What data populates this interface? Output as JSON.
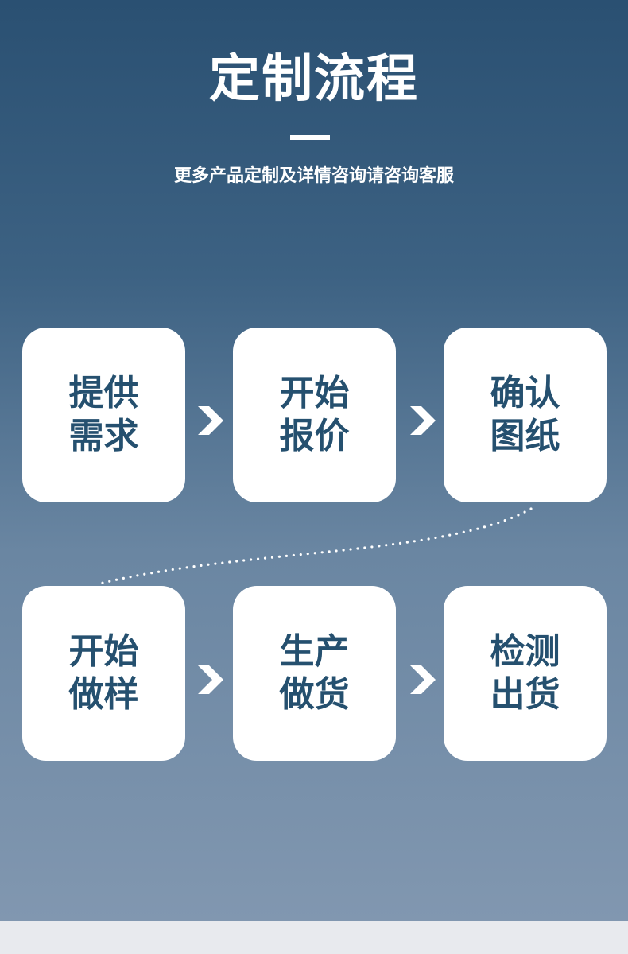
{
  "header": {
    "title": "定制流程",
    "subtitle": "更多产品定制及详情咨询请咨询客服"
  },
  "steps": [
    {
      "label": "提供需求"
    },
    {
      "label": "开始报价"
    },
    {
      "label": "确认图纸"
    },
    {
      "label": "开始做样"
    },
    {
      "label": "生产做货"
    },
    {
      "label": "检测出货"
    }
  ],
  "colors": {
    "gradient_top": "#2a5072",
    "gradient_bottom": "#8197b0",
    "card_text": "#25506f",
    "card_bg": "#ffffff",
    "footer_bg": "#e8eaee"
  },
  "icons": {
    "arrow": "chevron-right-icon",
    "connector": "dotted-curve"
  }
}
